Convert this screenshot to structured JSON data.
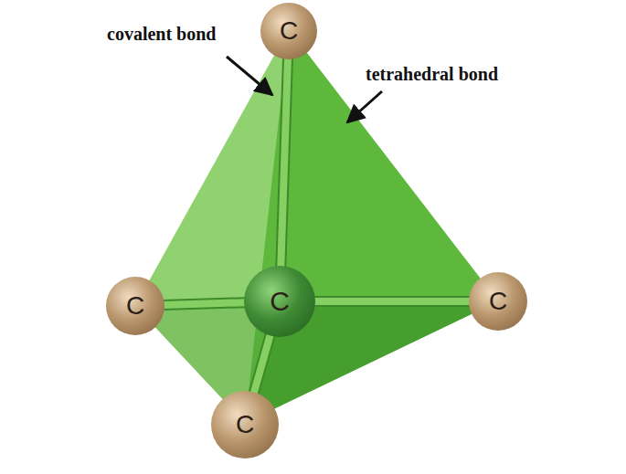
{
  "diagram": {
    "nodes": [
      {
        "text": [
          "C"
        ]
      },
      {
        "text": [
          "C"
        ]
      },
      {
        "text": [
          "C"
        ]
      },
      {
        "text": [
          "C"
        ]
      },
      {
        "text": [
          "C"
        ]
      }
    ],
    "edges": [
      {
        "from": 2,
        "to": 0,
        "arrow": "none"
      },
      {
        "from": 2,
        "to": 1,
        "arrow": "none"
      },
      {
        "from": 2,
        "to": 3,
        "arrow": "none"
      },
      {
        "from": 2,
        "to": 4,
        "arrow": "none"
      }
    ],
    "labels": [
      "covalent bond",
      "tetrahedral bond"
    ]
  }
}
